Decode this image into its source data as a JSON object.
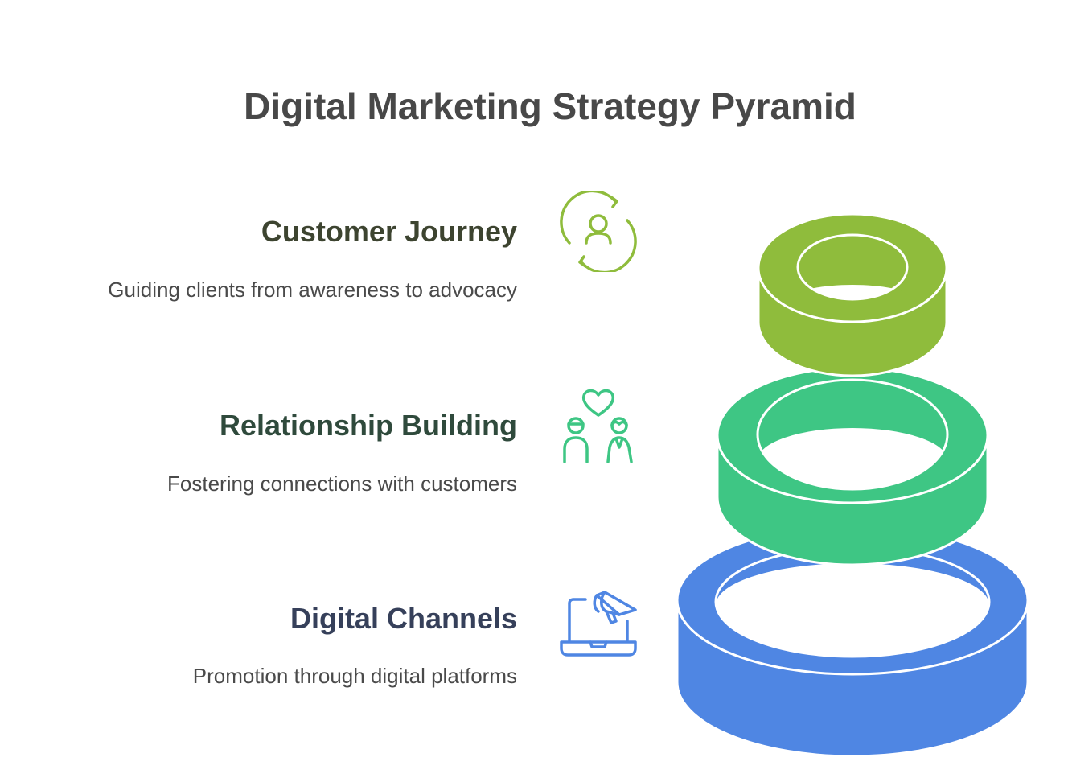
{
  "title": "Digital Marketing Strategy Pyramid",
  "layers": [
    {
      "heading": "Customer Journey",
      "description": "Guiding clients from awareness to advocacy",
      "icon": "customer-cycle-icon",
      "color": "#8fbc3c",
      "heading_color": "#3d4430"
    },
    {
      "heading": "Relationship Building",
      "description": "Fostering connections with customers",
      "icon": "people-heart-icon",
      "color": "#3ec684",
      "heading_color": "#2f4a3c"
    },
    {
      "heading": "Digital Channels",
      "description": "Promotion through digital platforms",
      "icon": "laptop-megaphone-icon",
      "color": "#4f86e3",
      "heading_color": "#36405a"
    }
  ]
}
